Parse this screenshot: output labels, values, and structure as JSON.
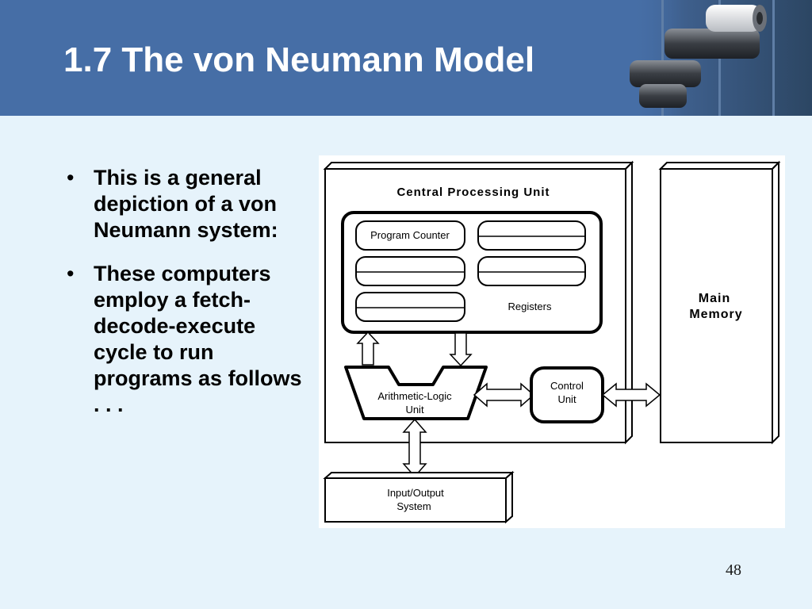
{
  "slide": {
    "title": "1.7 The von Neumann Model",
    "page_number": "48",
    "bullets": [
      "This is a general depiction of a von Neumann system:",
      "These computers employ a fetch-decode-execute cycle to run programs as follows . . ."
    ]
  },
  "diagram": {
    "cpu_label": "Central Processing Unit",
    "program_counter": "Program Counter",
    "registers": "Registers",
    "alu": [
      "Arithmetic-Logic",
      "Unit"
    ],
    "control_unit": [
      "Control",
      "Unit"
    ],
    "main_memory": [
      "Main",
      "Memory"
    ],
    "io_system": [
      "Input/Output",
      "System"
    ]
  },
  "colors": {
    "header": "#466ea6",
    "background": "#e6f3fb",
    "title_text": "#ffffff"
  }
}
